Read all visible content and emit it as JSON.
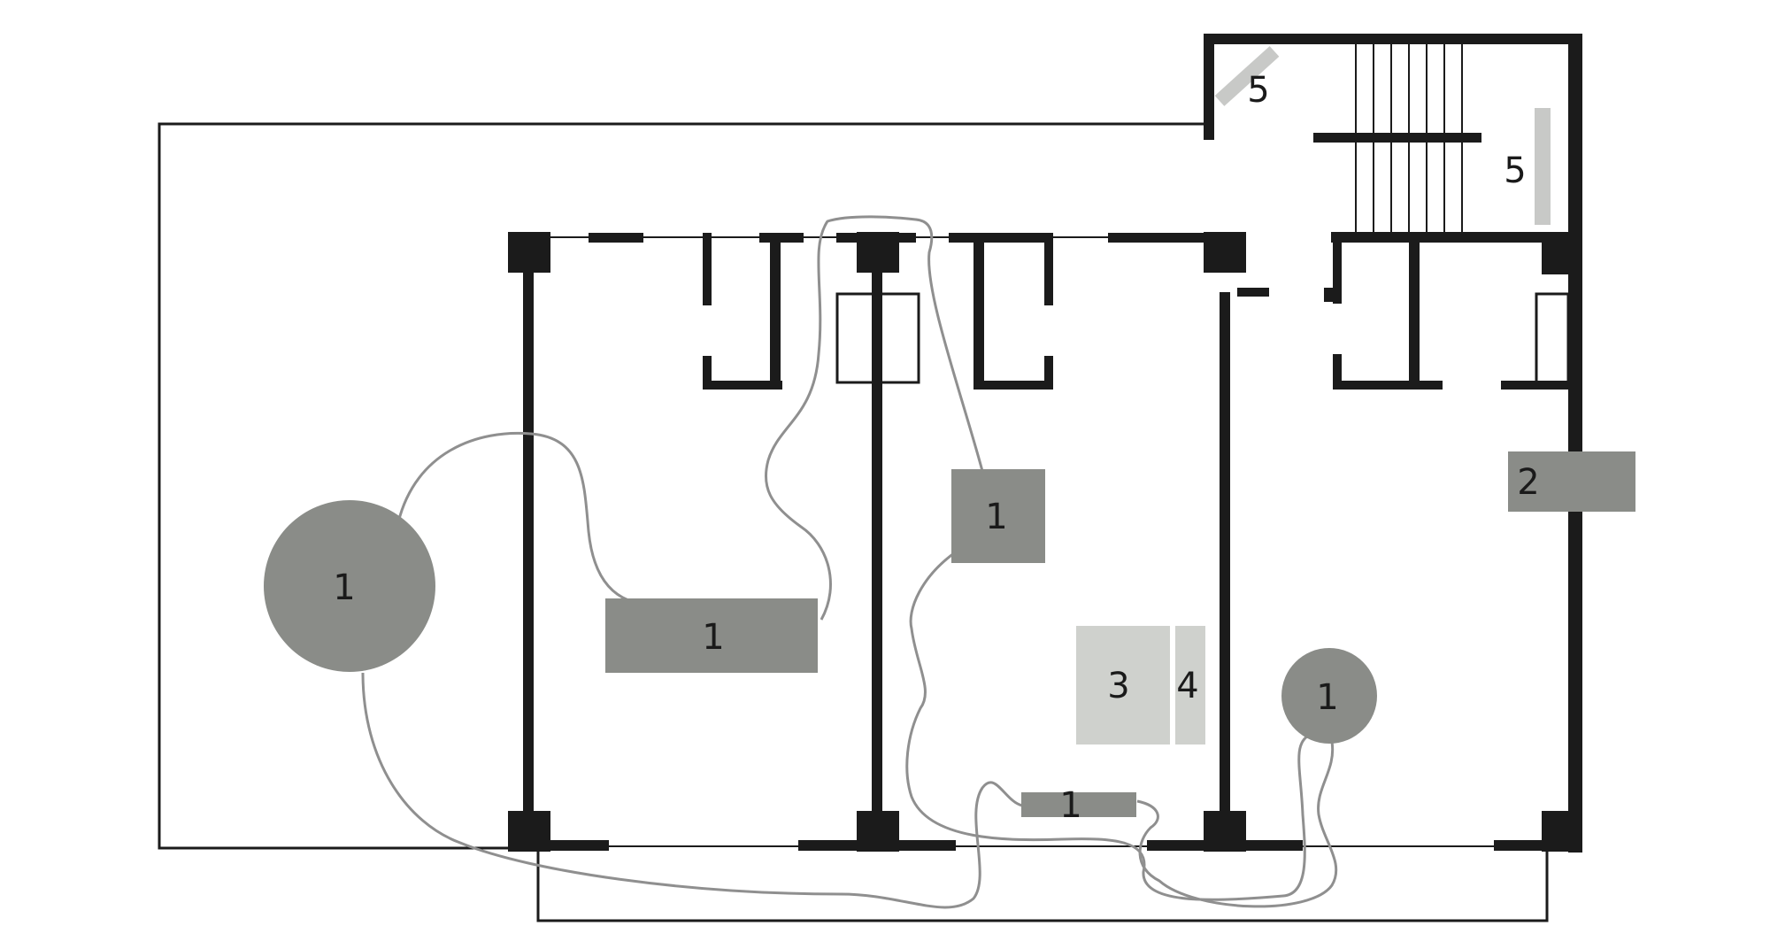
{
  "diagram": {
    "type": "floor-plan",
    "colors": {
      "wall": "#1b1b1b",
      "outline": "#1b1b1b",
      "cable": "#8f8f8f",
      "item_dark": "#8a8c88",
      "item_light": "#cfd1cd",
      "item_lighter": "#c8c9c7"
    },
    "items": [
      {
        "id": "item-1-circle-large",
        "label": "1",
        "shape": "circle"
      },
      {
        "id": "item-1-wide-rect",
        "label": "1",
        "shape": "rect"
      },
      {
        "id": "item-1-square",
        "label": "1",
        "shape": "rect"
      },
      {
        "id": "item-1-small-bar",
        "label": "1",
        "shape": "rect"
      },
      {
        "id": "item-1-circle-small",
        "label": "1",
        "shape": "circle"
      },
      {
        "id": "item-2-rect",
        "label": "2",
        "shape": "rect"
      },
      {
        "id": "item-3-rect",
        "label": "3",
        "shape": "rect"
      },
      {
        "id": "item-4-rect",
        "label": "4",
        "shape": "rect"
      },
      {
        "id": "item-5-diagonal-bar",
        "label": "5",
        "shape": "bar"
      },
      {
        "id": "item-5-vertical-bar",
        "label": "5",
        "shape": "bar"
      }
    ]
  }
}
